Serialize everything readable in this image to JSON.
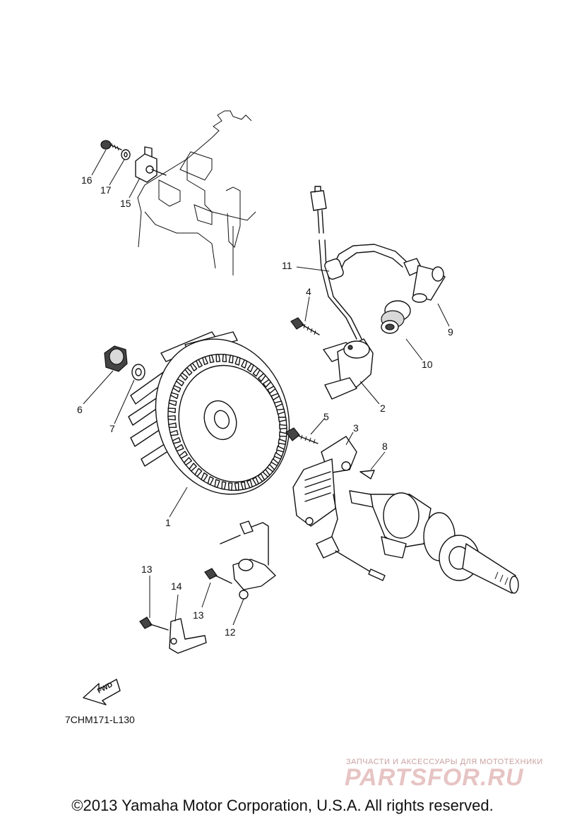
{
  "diagram_code": "7CHM171-L130",
  "fwd_label": "FWD",
  "copyright": "©2013 Yamaha Motor Corporation, U.S.A. All rights reserved.",
  "watermark": {
    "line1": "ЗАПЧАСТИ И АКСЕССУАРЫ ДЛЯ МОТОТЕХНИКИ",
    "line2": "PARTSFOR.RU"
  },
  "callouts": [
    "1",
    "2",
    "3",
    "4",
    "5",
    "6",
    "7",
    "8",
    "9",
    "10",
    "11",
    "12",
    "13",
    "13",
    "14",
    "15",
    "16",
    "17"
  ]
}
